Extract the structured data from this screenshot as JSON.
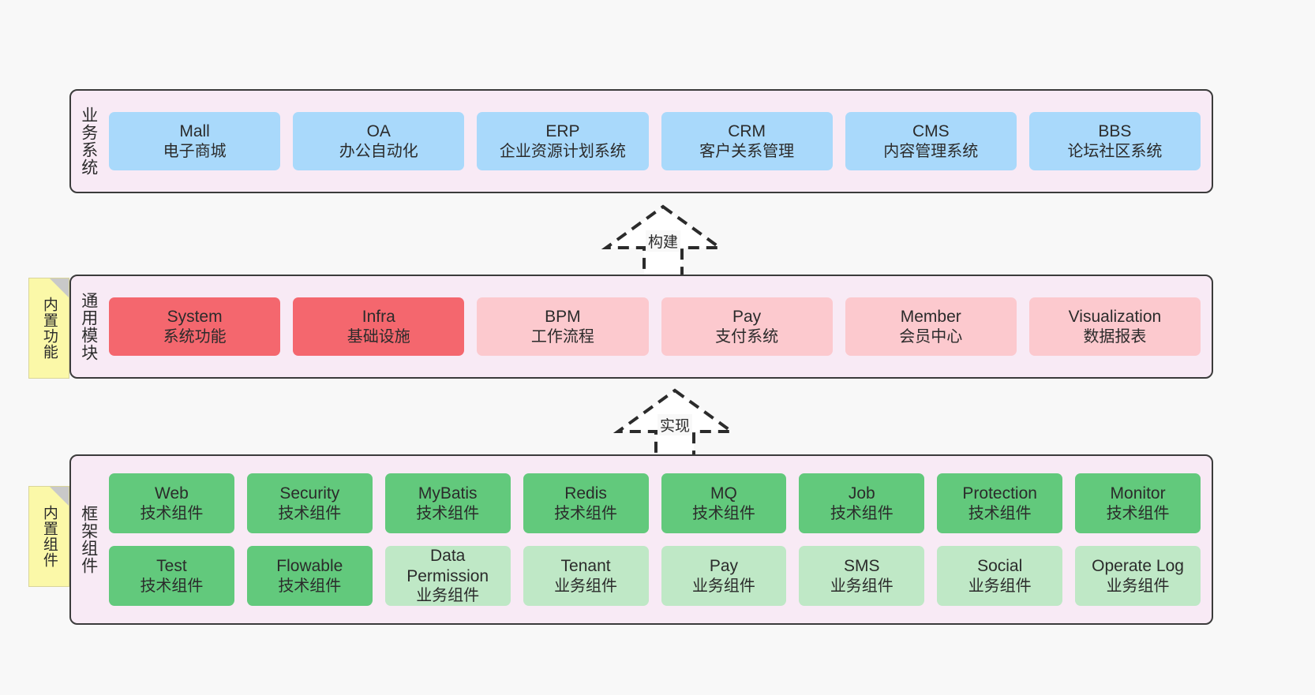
{
  "diagram": {
    "background": "#f8f8f8",
    "panel_bg": "#f8eaf5",
    "panel_border": "#3b3b3b",
    "note_bg": "#fbf8a8"
  },
  "notes": [
    {
      "id": "builtin-functions",
      "label": "内置功能"
    },
    {
      "id": "builtin-components",
      "label": "内置组件"
    }
  ],
  "connectors": [
    {
      "id": "build",
      "label": "构建",
      "style": "dashed-generalization"
    },
    {
      "id": "implement",
      "label": "实现",
      "style": "dashed-generalization"
    }
  ],
  "layers": [
    {
      "id": "business-system",
      "title": "业务系统",
      "rows": [
        {
          "cards": [
            {
              "en": "Mall",
              "cn": "电子商城",
              "color": "#a9d9fb"
            },
            {
              "en": "OA",
              "cn": "办公自动化",
              "color": "#a9d9fb"
            },
            {
              "en": "ERP",
              "cn": "企业资源计划系统",
              "color": "#a9d9fb"
            },
            {
              "en": "CRM",
              "cn": "客户关系管理",
              "color": "#a9d9fb"
            },
            {
              "en": "CMS",
              "cn": "内容管理系统",
              "color": "#a9d9fb"
            },
            {
              "en": "BBS",
              "cn": "论坛社区系统",
              "color": "#a9d9fb"
            }
          ]
        }
      ]
    },
    {
      "id": "common-modules",
      "title": "通用模块",
      "rows": [
        {
          "cards": [
            {
              "en": "System",
              "cn": "系统功能",
              "color": "#f4676e"
            },
            {
              "en": "Infra",
              "cn": "基础设施",
              "color": "#f4676e"
            },
            {
              "en": "BPM",
              "cn": "工作流程",
              "color": "#fcc9ce"
            },
            {
              "en": "Pay",
              "cn": "支付系统",
              "color": "#fcc9ce"
            },
            {
              "en": "Member",
              "cn": "会员中心",
              "color": "#fcc9ce"
            },
            {
              "en": "Visualization",
              "cn": "数据报表",
              "color": "#fcc9ce"
            }
          ]
        }
      ]
    },
    {
      "id": "framework-components",
      "title": "框架组件",
      "rows": [
        {
          "cards": [
            {
              "en": "Web",
              "cn": "技术组件",
              "color": "#62c97c"
            },
            {
              "en": "Security",
              "cn": "技术组件",
              "color": "#62c97c"
            },
            {
              "en": "MyBatis",
              "cn": "技术组件",
              "color": "#62c97c"
            },
            {
              "en": "Redis",
              "cn": "技术组件",
              "color": "#62c97c"
            },
            {
              "en": "MQ",
              "cn": "技术组件",
              "color": "#62c97c"
            },
            {
              "en": "Job",
              "cn": "技术组件",
              "color": "#62c97c"
            },
            {
              "en": "Protection",
              "cn": "技术组件",
              "color": "#62c97c"
            },
            {
              "en": "Monitor",
              "cn": "技术组件",
              "color": "#62c97c"
            }
          ]
        },
        {
          "cards": [
            {
              "en": "Test",
              "cn": "技术组件",
              "color": "#62c97c"
            },
            {
              "en": "Flowable",
              "cn": "技术组件",
              "color": "#62c97c"
            },
            {
              "en": "Data Permission",
              "cn": "业务组件",
              "color": "#bfe8c6"
            },
            {
              "en": "Tenant",
              "cn": "业务组件",
              "color": "#bfe8c6"
            },
            {
              "en": "Pay",
              "cn": "业务组件",
              "color": "#bfe8c6"
            },
            {
              "en": "SMS",
              "cn": "业务组件",
              "color": "#bfe8c6"
            },
            {
              "en": "Social",
              "cn": "业务组件",
              "color": "#bfe8c6"
            },
            {
              "en": "Operate Log",
              "cn": "业务组件",
              "color": "#bfe8c6"
            }
          ]
        }
      ]
    }
  ]
}
